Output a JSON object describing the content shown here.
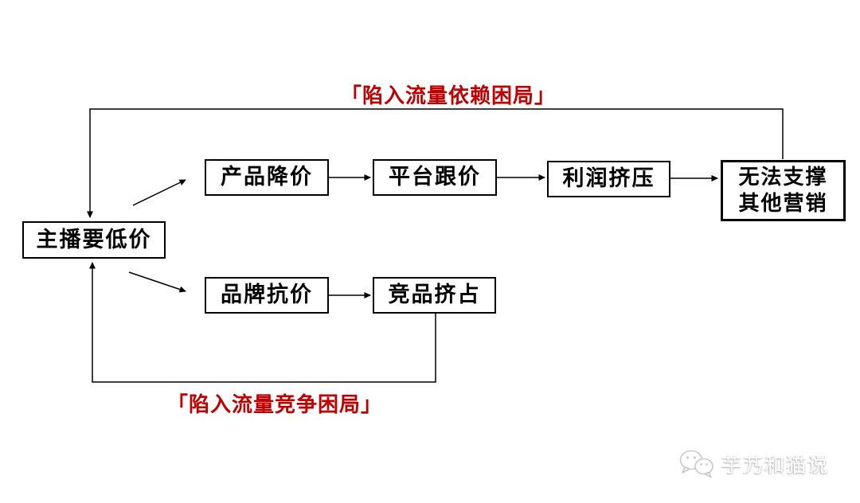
{
  "colors": {
    "loop_label": "#c00000",
    "box_border": "#000000",
    "box_text": "#000000",
    "arrow": "#000000",
    "background": "#ffffff",
    "watermark_text": "#fdfdfd"
  },
  "labels": {
    "top_loop": "「陷入流量依赖困局」",
    "bottom_loop": "「陷入流量竞争困局」"
  },
  "boxes": {
    "anchor": "主播要低价",
    "product_price_cut": "产品降价",
    "platform_price_match": "平台跟价",
    "profit_squeeze": "利润挤压",
    "cannot_support_marketing": "无法支撑\n其他营销",
    "brand_price_resist": "品牌抗价",
    "competitor_squeeze": "竞品挤占"
  },
  "watermark": {
    "icon": "wechat-icon",
    "text": "芋艿和猫说"
  }
}
